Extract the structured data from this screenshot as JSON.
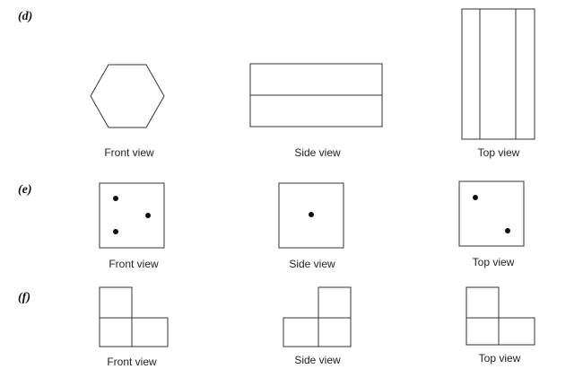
{
  "parts": [
    {
      "label": "(d)",
      "views": [
        "Front view",
        "Side view",
        "Top view"
      ]
    },
    {
      "label": "(e)",
      "views": [
        "Front view",
        "Side view",
        "Top view"
      ]
    },
    {
      "label": "(f)",
      "views": [
        "Front view",
        "Side view",
        "Top view"
      ]
    }
  ],
  "colors": {
    "stroke": "#333333",
    "dot": "#111111",
    "background": "#ffffff"
  }
}
